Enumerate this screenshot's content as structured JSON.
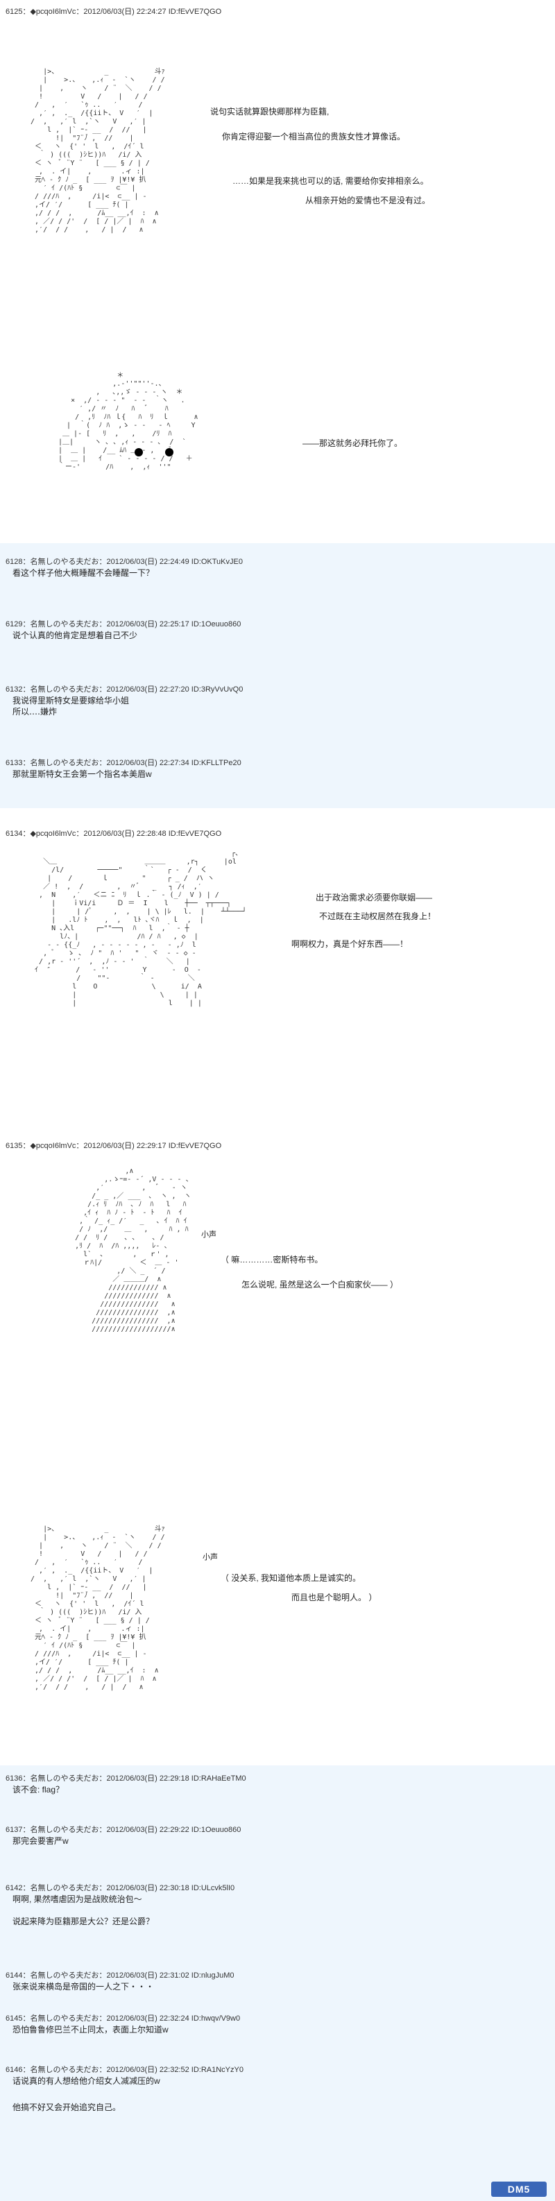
{
  "posts": {
    "p6125": {
      "header": "6125：◆pcqoI6lmVc：2012/06/03(日) 22:24:27 ID:fEvVE7QGO",
      "aa1": "    |>、           _           斗ｧ\n    |    >.、   ,.ｨ  ‐  `ヽ    / /\n   |    ,    ヽ    / ¨  ＼    / /\n   !         V   /    |   / /\n  /   ,  ′   `ｩ ..   ′     /\n   ,′ ,  ._  /{{iiト、 V   ′  |\n /  ,   ,′ l  ,`ヽ   V   ,′ |\n     l ,  |` ｰ‐ __  /  //   |\n       !|  \"ﾌ¨ﾉ゙ ,  //    |\n  ＜   ヽ  {' '  l   ,  /ｲ´ l\n   ｀ ) (((  )ｼヒ))ﾊ   /i/ 入\n  ＜ ヽ  ﾞ ¨Y ¨   [ ___ § / | /\n   ,  . イ|    ,       .ィ :|\n  元ﾍ ‐ ｸ ﾉ _  [ ___ ｦ |¥!¥ 扒\n    ′ ｲ /(ﾊﾄ §        ⊂￣ |\n  / ///ﾊ  ,     /i|<  ⊂__ | ‐\n  ,イ/ ′/      [ ___ ﾁ( |\n  ,/ / /  ,      /ﾑ__ __,ｲ  :  ∧\n  , ／/ / /'  /  [ / |／ |  ﾊ  ∧\n  ,′/  / /    ,   / |  /   ∧",
      "line1": "说句实话就算跟快卿那样为臣籍,",
      "line2": "你肯定得迎娶一个相当高位的贵族女性才算像话。",
      "line3": "……如果是我来挑也可以的话, 需要给你安排相亲么。",
      "line4": "从相亲开始的爱情也不是没有过。",
      "aa2": "               ＊\n              ,.‐''\"\"''‐.、\n          ,   ､,,ゞ ‐ ‐ ‐ ヽ  ＊\n    ×  ,/ ‐ ‐ ‐ \"  ‐ ‐  ｀ヽ   .\n      ′ ,/ 〃  ﾉ   ﾊ   ﾞ    ﾊ\n     /  ,ﾘ  ﾉﾊ ｌ{   ﾊ  ﾘ  ｌ      ∧\n   |  ｀(  ﾉ ﾊ  ,ゝ ‐ ‐   ‐ ﾍ     Y\n  ＿ |‐ [   ﾘ  ,   ,    /ﾘ  ﾊ\n |＿|     ヽ ､ ､ ,ｨ ‐ ‐ ‐ ､  /  `\n |  ＿ |    /__ ﾑﾊ ＿ ‐ ,   ,ﾞ\n |  ＿ |   ｲ    ` ‐ ‐ ‐ ‐ / /   ＋\n ｀ー‐'      /ﾊ    ,  ,ｨ  ''\"",
      "line5": "——那这就务必拜托你了。"
    },
    "p6128": {
      "header": "6128：名無しのやる夫だお：2012/06/03(日) 22:24:49 ID:OKTuKvJE0",
      "body": "看这个样子他大概睡醒不会睡醒一下？"
    },
    "p6129": {
      "header": "6129：名無しのやる夫だお：2012/06/03(日) 22:25:17 ID:1Oeuuo860",
      "body": "说个认真的他肯定是想着自己不少"
    },
    "p6132": {
      "header": "6132：名無しのやる夫だお：2012/06/03(日) 22:27:20 ID:3RyVvUvQ0",
      "line1": "我说得里斯特女是要嫁给华小姐",
      "line2": "所以‥‥嫌炸"
    },
    "p6133": {
      "header": "6133：名無しのやる夫だお：2012/06/03(日) 22:27:34 ID:KFLLTPe20",
      "body": "那就里斯特女王会第一个指名本美眉w"
    },
    "p6134": {
      "header": "6134：◆pcqoI6lmVc：2012/06/03(日) 22:28:48 ID:fEvVE7QGO",
      "aa": "                                                 ┌、\n    ＼＿                     ＿＿＿     ,r┐      |ol\n      /l/        ─────\"     ｀`   ┌ ‐  /  く\n     |    /       ｌ        \"     ┌ _ /  ハ ヽ\n    ／ !  ,  /        ,  〃ﾞ   _   ┐ /ｨ  ,′\n   ,  N    ,′   ＜ニ ﾆ  ﾘ  ｌ .｀ ‐ (_ﾉ  V ) | /\n      |    ｉVi/i     Ｄ ＝  I    l    ┼──  ┬┬───┐\n      |     | /ﾟ     ,  ,    | \\ |ﾚ   l.  |    ┴┴───┘\n      |   .lﾉ ﾄ    ,  ,   lﾄ ､ヾﾊ   ｌ  ,  |\n      N ､入l     ┌─\"\"──┐  ﾊ   l  ,｀ ‐ ┼\n        lﾉ、|              /ﾊ / ﾊ   , ◇  |\n     ‐ ‐ {{_ﾉ   , ‐ ‐ ‐ ‐ ‐ , ‐   ‐ ,ﾉ  l\n    , ﾞ   ゝ ､  ﾉ \"  ﾊ '   \"   ヾ  ‐ - ◇ -\n   / ,r ‐ ''´  ,  ,ﾉ ‐ ‐ '  ｀    ＼   |\n  ｲ  ″      /   ‐ ''        Y      -  O  -\n            /    \"\"‐       ｀ ‐        ＼\n           l    O             \\      i/  A\n           |                    \\     | |\n           |                      l    | |",
      "line1": "出于政治需求必须要你联姻——",
      "line2": "不过既在主动权居然在我身上！",
      "line3": "啊啊权力，真是个好东西——！"
    },
    "p6135": {
      "header": "6135：◆pcqoI6lmVc：2012/06/03(日) 22:29:17 ID:fEvVE7QGO",
      "aa1": "                 ,∧\n            ,.ゝｰ=‐ ‐´ ,V ‐ ‐ ‐ 、\n          ,′         ,   ﾞ   ‐ ヽ\n         /_ _ ,／ ___  ､  ヽ ,  ヽ\n        /.ｨ ﾘ  ﾉﾊ  ､ ﾉ  ﾊ   l   ﾊ\n       ,ｲ ｨ  ﾊ ﾉ ‐ ﾄ  ‐ ﾄ   ﾊ  ｲ\n      ,｀ /_ ｨ_ /′   _   ､ ｲ  ﾊ ｲ\n      / ﾉ  ,/    ＿   ,     ﾊ , ﾊ\n     / /  ﾘ /    ､ ､    ､ /\n     ,ﾘ /  ﾊ  /ﾊ ,,,,   ﾚ‐ 、\n       l`  ､       ,   ｒ' ,\n       ｒﾊ|/         ＜  ＿ ‐ '\n               ,/ ＼ _  ´ /\n              ／ ＿＿＿/  ∧\n             //////////// ∧\n            /////////////  ∧\n           //////////////   ∧\n          ///////////////  ,∧\n         ////////////////  ,∧\n         ///////////////////∧",
      "label1": "小声",
      "line1": "（  嘛…………密斯特布书。",
      "line2": "怎么说呢, 虽然是这么一个白痴家伙——  ）",
      "aa2": "    |>、           _           斗ｧ\n    |    >.、   ,.ｨ  ‐  `ヽ    / /\n   |    ,    ヽ    / ¨  ＼    / /\n   !         V   /    |   / /\n  /   ,  ′   `ｩ ..   ′     /\n   ,′ ,  ._  /{{iiト、 V   ′  |\n /  ,   ,′ l  ,`ヽ   V   ,′ |\n     l ,  |` ｰ‐ __  /  //   |\n       !|  \"ﾌ¨ﾉ゙ ,  //    |\n  ＜   ヽ  {' '  l   ,  /ｲ´ l\n   ｀ ) (((  )ｼヒ))ﾊ   /i/ 入\n  ＜ ヽ  ﾞ ¨Y ¨   [ ___ § / | /\n   ,  . イ|    ,       .ィ :|\n  元ﾍ ‐ ｸ ﾉ _  [ ___ ｦ |¥!¥ 扒\n    ′ ｲ /(ﾊﾄ §        ⊂￣ |\n  / ///ﾊ  ,     /i|<  ⊂__ | ‐\n  ,イ/ ′/      [ ___ ﾁ( |\n  ,/ / /  ,      /ﾑ__ __,ｲ  :  ∧\n  , ／/ / /'  /  [ / |／ |  ﾊ  ∧\n  ,′/  / /    ,   / |  /   ∧",
      "label2": "小声",
      "line3": "（  没关系, 我知道他本质上是诚实的。",
      "line4": "而且也是个聪明人。  ）"
    },
    "p6136": {
      "header": "6136：名無しのやる夫だお：2012/06/03(日) 22:29:18 ID:RAHaEeTM0",
      "body": "该不会: flag？"
    },
    "p6137": {
      "header": "6137：名無しのやる夫だお：2012/06/03(日) 22:29:22 ID:1Oeuuo860",
      "body": "那完会要害严w"
    },
    "p6142": {
      "header": "6142：名無しのやる夫だお：2012/06/03(日) 22:30:18 ID:ULcvk5lI0",
      "line1": "啊啊, 果然嗜虐因为是战败统治包～",
      "line2": "说起来降为臣籍那是大公？还是公爵？"
    },
    "p6144": {
      "header": "6144：名無しのやる夫だお：2012/06/03(日) 22:31:02 ID:nlugJuM0",
      "body": "张来说来横岛是帝国的一人之下・・・"
    },
    "p6145": {
      "header": "6145：名無しのやる夫だお：2012/06/03(日) 22:32:24 ID:hwqv/V9w0",
      "body": "恐怕鲁鲁修巴兰不止同太，表面上尔知道w"
    },
    "p6146": {
      "header": "6146：名無しのやる夫だお：2012/06/03(日) 22:32:52 ID:RA1NcYzY0",
      "line1": "话说真的有人想给他介绍女人减减压的w",
      "line2": "他搞不好又会开始追究自己。"
    }
  },
  "watermark": "DM5"
}
